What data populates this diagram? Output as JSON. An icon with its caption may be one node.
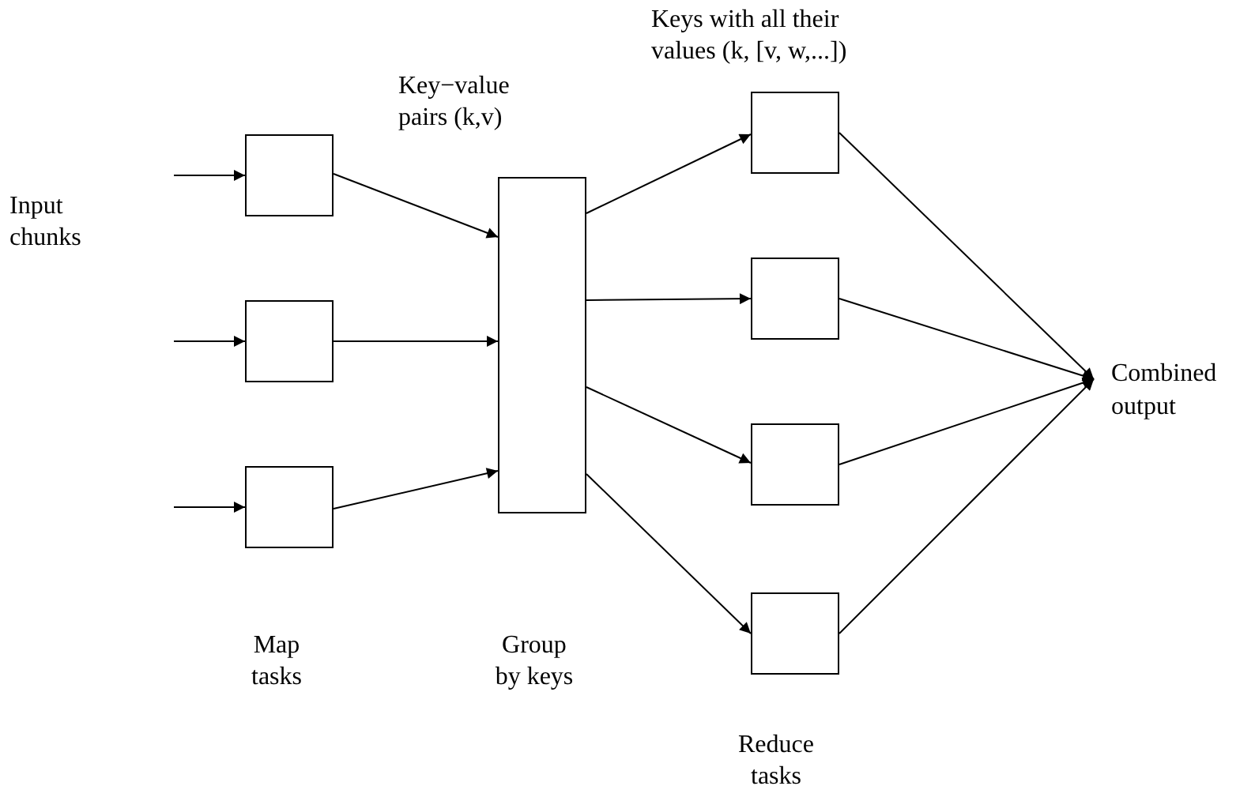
{
  "diagram": {
    "nodes": [
      {
        "text": [],
        "shape": "box"
      },
      {
        "text": [],
        "shape": "box"
      },
      {
        "text": [],
        "shape": "box"
      },
      {
        "text": [],
        "shape": "box"
      },
      {
        "text": [],
        "shape": "box"
      },
      {
        "text": [],
        "shape": "box"
      },
      {
        "text": [],
        "shape": "box"
      },
      {
        "text": [],
        "shape": "box"
      },
      {
        "text": [
          "Combined output"
        ]
      }
    ],
    "edges": [
      {
        "from": null,
        "to": 0,
        "arrow": "to"
      },
      {
        "from": null,
        "to": 1,
        "arrow": "to"
      },
      {
        "from": null,
        "to": 2,
        "arrow": "to"
      },
      {
        "from": 0,
        "to": 3,
        "arrow": "to"
      },
      {
        "from": 1,
        "to": 3,
        "arrow": "to"
      },
      {
        "from": 2,
        "to": 3,
        "arrow": "to"
      },
      {
        "from": 3,
        "to": 4,
        "arrow": "to"
      },
      {
        "from": 3,
        "to": 5,
        "arrow": "to"
      },
      {
        "from": 3,
        "to": 6,
        "arrow": "to"
      },
      {
        "from": 3,
        "to": 7,
        "arrow": "to"
      },
      {
        "from": 4,
        "to": 8,
        "arrow": "to"
      },
      {
        "from": 5,
        "to": 8,
        "arrow": "to"
      },
      {
        "from": 6,
        "to": 8,
        "arrow": "to"
      },
      {
        "from": 7,
        "to": 8,
        "arrow": "to"
      }
    ],
    "labels": [
      "Input chunks",
      "Key−value pairs (k,v)",
      "Keys with all their values (k, [v, w,...])",
      "Map tasks",
      "Group by keys",
      "Reduce tasks"
    ]
  }
}
